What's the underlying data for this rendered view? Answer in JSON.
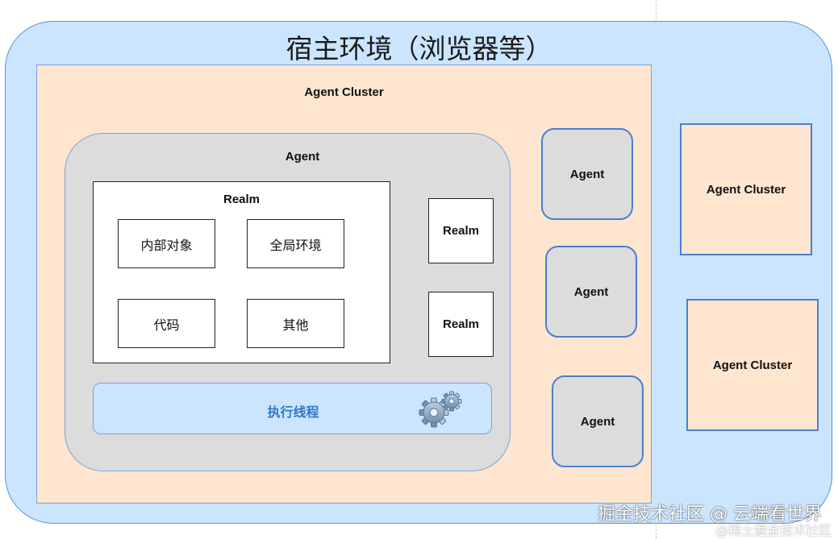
{
  "host": {
    "title": "宿主环境（浏览器等）"
  },
  "main_cluster": {
    "label": "Agent Cluster",
    "agent": {
      "label": "Agent",
      "realm": {
        "label": "Realm",
        "items": [
          "内部对象",
          "全局环境",
          "代码",
          "其他"
        ]
      },
      "side_realms": [
        "Realm",
        "Realm"
      ],
      "thread": {
        "label": "执行线程",
        "icon": "gear-icon"
      }
    },
    "other_agents": [
      "Agent",
      "Agent",
      "Agent"
    ]
  },
  "other_clusters": [
    "Agent Cluster",
    "Agent Cluster"
  ],
  "watermark": {
    "line1": "掘金技术社区 @ 云端看世界",
    "line2": "@稀土掘金技术社区"
  },
  "colors": {
    "host_bg": "#cce5ff",
    "cluster_bg": "#fde5d0",
    "agent_bg": "#dcdcdc",
    "border_blue": "#4c7fd0",
    "thread_text": "#2f77c9"
  }
}
